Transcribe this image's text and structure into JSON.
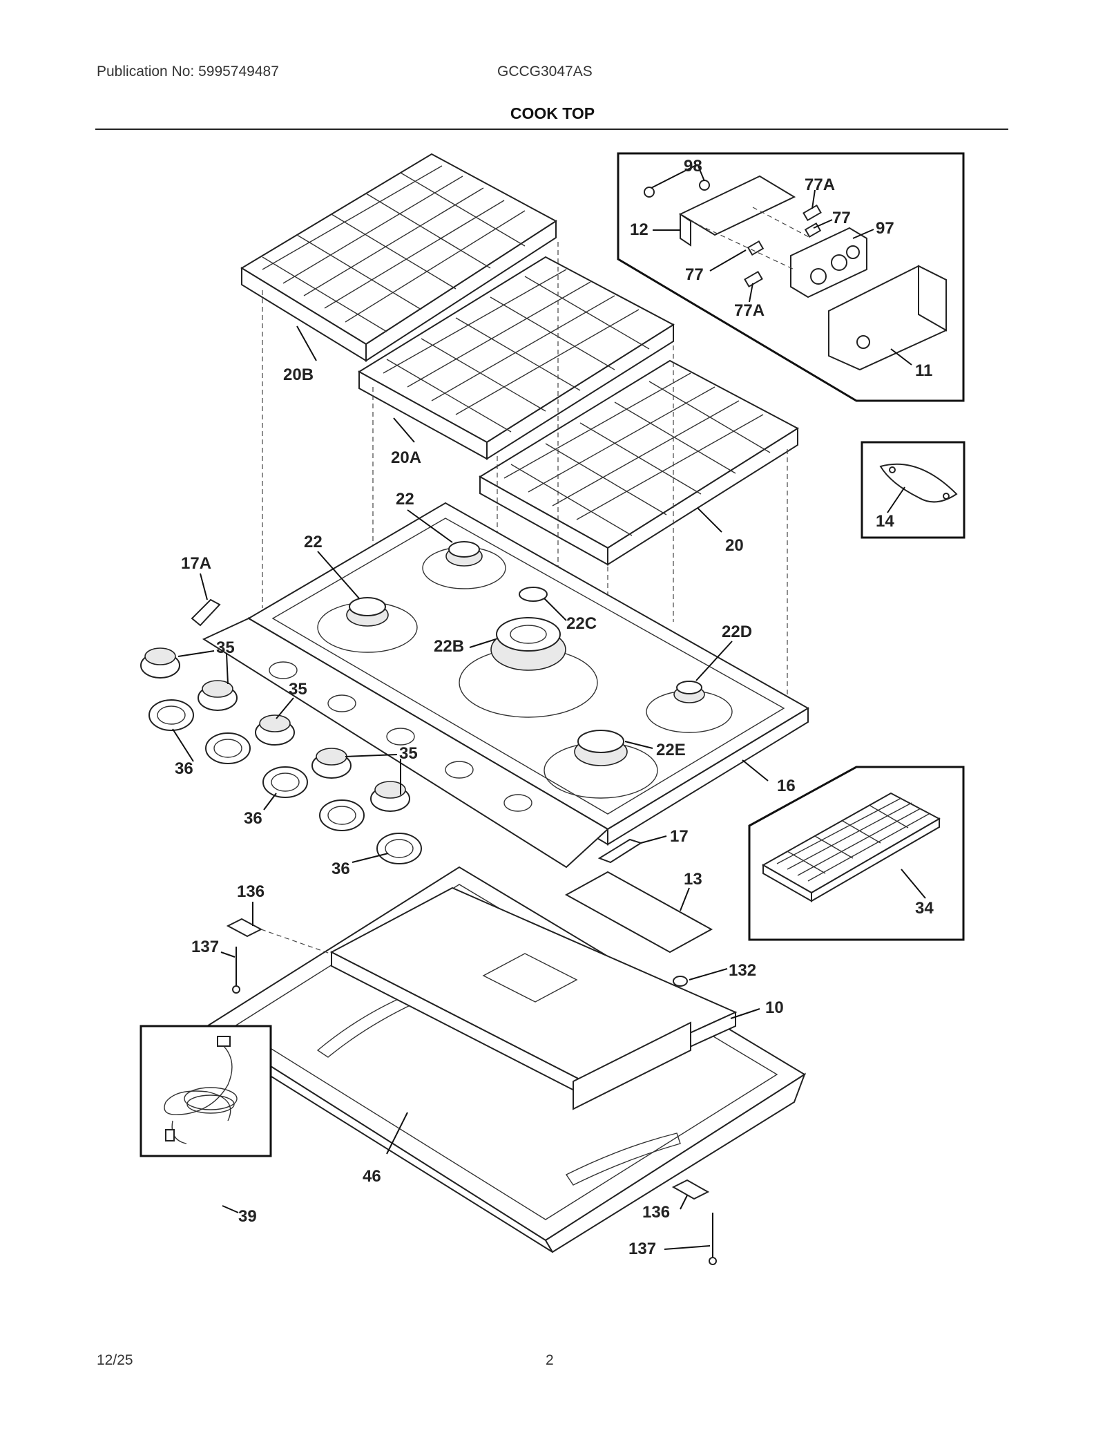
{
  "header": {
    "publication": "Publication No: 5995749487",
    "model": "GCCG3047AS",
    "title": "COOK TOP"
  },
  "footer": {
    "date": "12/25",
    "page": "2"
  },
  "callouts": {
    "c98": "98",
    "c77A_top": "77A",
    "c12": "12",
    "c77_top": "77",
    "c97": "97",
    "c77_mid": "77",
    "c77A_bot": "77A",
    "c11": "11",
    "c20B": "20B",
    "c20A": "20A",
    "c14": "14",
    "c22_top": "22",
    "c20": "20",
    "c22_left": "22",
    "c17A": "17A",
    "c22C": "22C",
    "c22B": "22B",
    "c22D": "22D",
    "c35_a": "35",
    "c35_b": "35",
    "c36_a": "36",
    "c35_c": "35",
    "c22E": "22E",
    "c16": "16",
    "c36_b": "36",
    "c17": "17",
    "c36_c": "36",
    "c13": "13",
    "c34": "34",
    "c136_top": "136",
    "c137_top": "137",
    "c132": "132",
    "c10": "10",
    "c39": "39",
    "c46": "46",
    "c136_bot": "136",
    "c137_bot": "137"
  }
}
